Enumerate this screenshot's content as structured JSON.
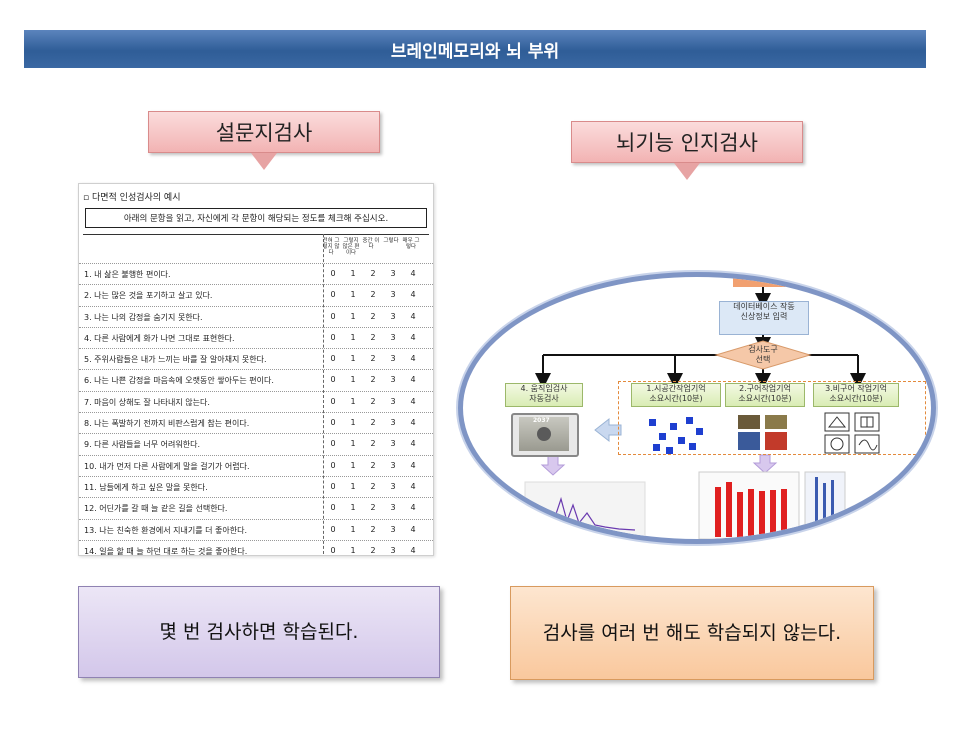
{
  "banner": {
    "title": "브레인메모리와 뇌 부위"
  },
  "left_callout": {
    "label": "설문지검사"
  },
  "right_callout": {
    "label": "뇌기능 인지검사"
  },
  "survey": {
    "heading": "다면적 인성검사의 예시",
    "instruction": "아래의 문항을 읽고, 자신에게 각 문항이 해당되는 정도를 체크해 주십시오.",
    "scale_headers": [
      "전혀 그렇지 않다",
      "그렇지 않은 편이다",
      "중간 이다",
      "그렇다",
      "매우 그렇다"
    ],
    "items": [
      "1. 내 삶은 불행한 편이다.",
      "2. 나는 많은 것을 포기하고 살고 있다.",
      "3. 나는 나의 감정을 숨기지 못한다.",
      "4. 다른 사람에게 화가 나면 그대로 표현한다.",
      "5. 주위사람들은 내가 느끼는 바를 잘 알아채지 못한다.",
      "6. 나는 나쁜 감정을 마음속에 오랫동안 쌓아두는 편이다.",
      "7. 마음이 상해도 잘 나타내지 않는다.",
      "8. 나는 폭발하기 전까지 비판스럽게 참는 편이다.",
      "9. 다른 사람들을 너무 어려워한다.",
      "10. 내가 먼저 다른 사람에게 말을 걸기가 어렵다.",
      "11. 남들에게 하고 싶은 말을 못한다.",
      "12. 어딘가를 갈 때 늘 같은 길을 선택한다.",
      "13. 나는 친숙한 환경에서 지내기를 더 좋아한다.",
      "14. 일을 할 때 늘 하던 대로 하는 것을 좋아한다."
    ],
    "scale": [
      "0",
      "1",
      "2",
      "3",
      "4"
    ]
  },
  "flow": {
    "db_box": "데이터베이스 작동\n신상정보 입력",
    "decision": "검사도구\n선택",
    "tests": [
      "4. 움직임검사\n자동검사",
      "1.시공간작업기억\n소요시간(10분)",
      "2.구어작업기억\n소요시간(10분)",
      "3.비구어 작업기억\n소요시간(10분)"
    ],
    "video_badge": "2037"
  },
  "bottom_left": {
    "text": "몇 번 검사하면 학습된다."
  },
  "bottom_right": {
    "text": "검사를 여러 번 해도  학습되지 않는다."
  },
  "colors": {
    "banner": "#2f5d97",
    "callout": "#f2b3b3",
    "left_box": "#ddd3ef",
    "right_box": "#fbd9b8",
    "oval_border": "#7f95c5"
  }
}
